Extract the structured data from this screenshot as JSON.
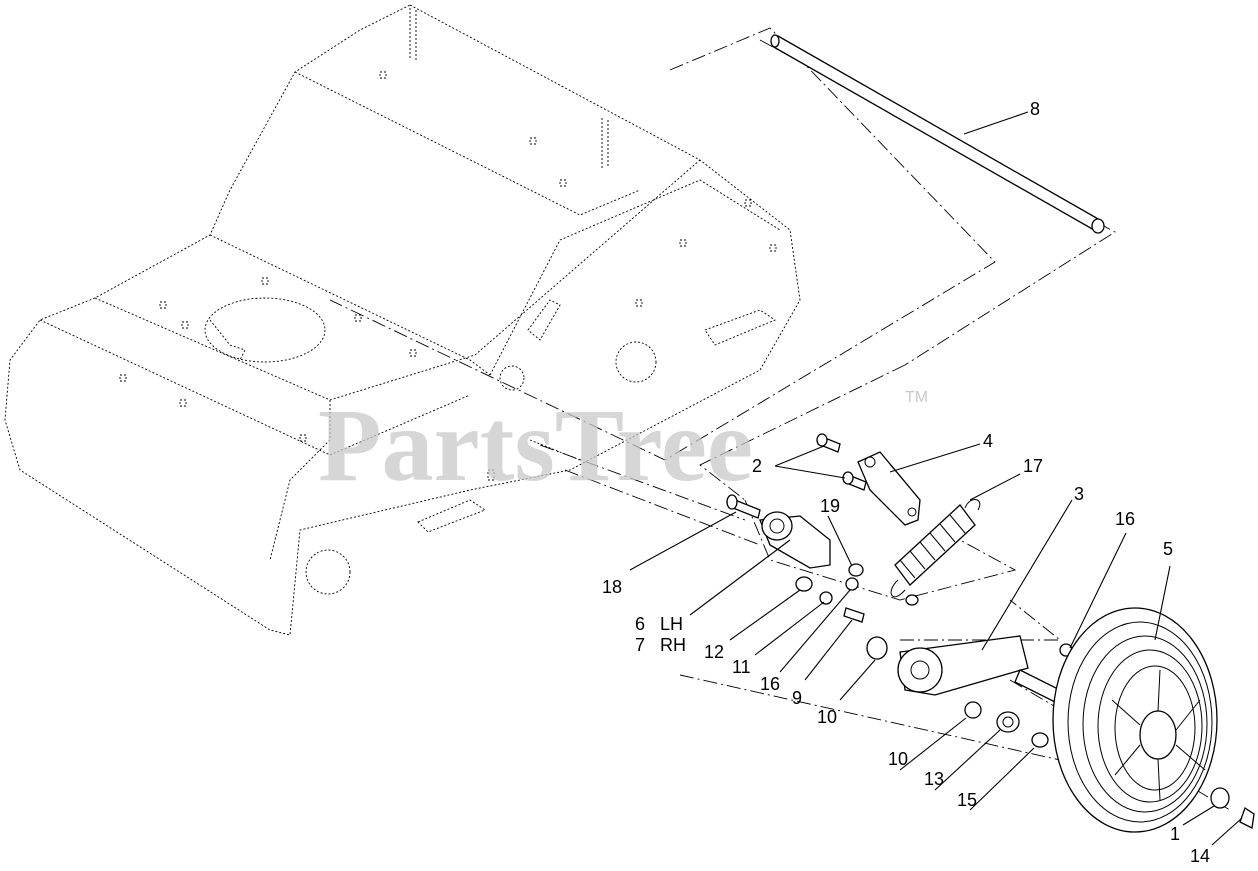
{
  "watermark": {
    "text": "PartsTree",
    "trademark": "TM"
  },
  "callouts": {
    "c1": "1",
    "c2": "2",
    "c3": "3",
    "c4": "4",
    "c5": "5",
    "c6": "6",
    "c6_side": "LH",
    "c7": "7",
    "c7_side": "RH",
    "c8": "8",
    "c9": "9",
    "c10a": "10",
    "c10b": "10",
    "c11": "11",
    "c12": "12",
    "c13": "13",
    "c14": "14",
    "c15": "15",
    "c16a": "16",
    "c16b": "16",
    "c17": "17",
    "c18": "18",
    "c19": "19"
  }
}
